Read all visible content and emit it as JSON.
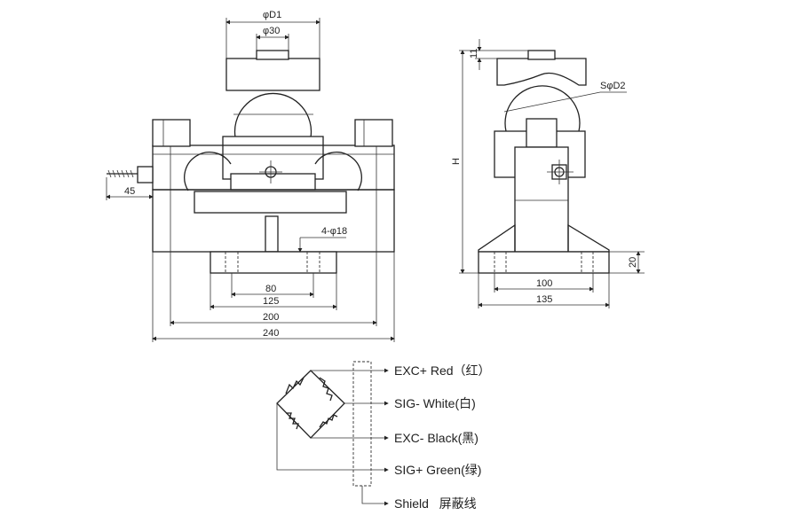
{
  "front_view": {
    "dimensions": {
      "d1": "φD1",
      "d30": "φ30",
      "cable": "45",
      "holes": "4-φ18",
      "w80": "80",
      "w125": "125",
      "w200": "200",
      "w240": "240"
    }
  },
  "side_view": {
    "dimensions": {
      "top": "11",
      "sphere": "SφD2",
      "height": "H",
      "base": "20",
      "w100": "100",
      "w135": "135"
    }
  },
  "wiring": {
    "wires": [
      {
        "label": "EXC+ Red（红）"
      },
      {
        "label": "SIG- White(白)"
      },
      {
        "label": "EXC- Black(黑)"
      },
      {
        "label": "SIG+ Green(绿)"
      },
      {
        "label": "Shield   屏蔽线"
      }
    ]
  }
}
